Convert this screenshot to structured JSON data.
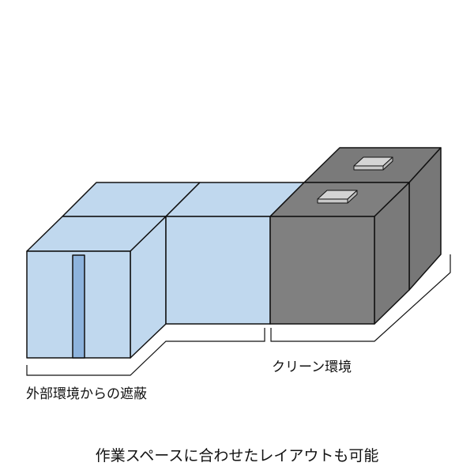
{
  "labels": {
    "clean_environment": "クリーン環境",
    "external_shielding": "外部環境からの遮蔽"
  },
  "caption": "作業スペースに合わせたレイアウトも可能",
  "colors": {
    "shield_panel": "#c0d8ee",
    "door": "#8db3dd",
    "clean_unit": "#808080",
    "vent": "#d0d0d0",
    "outline": "#111111"
  }
}
